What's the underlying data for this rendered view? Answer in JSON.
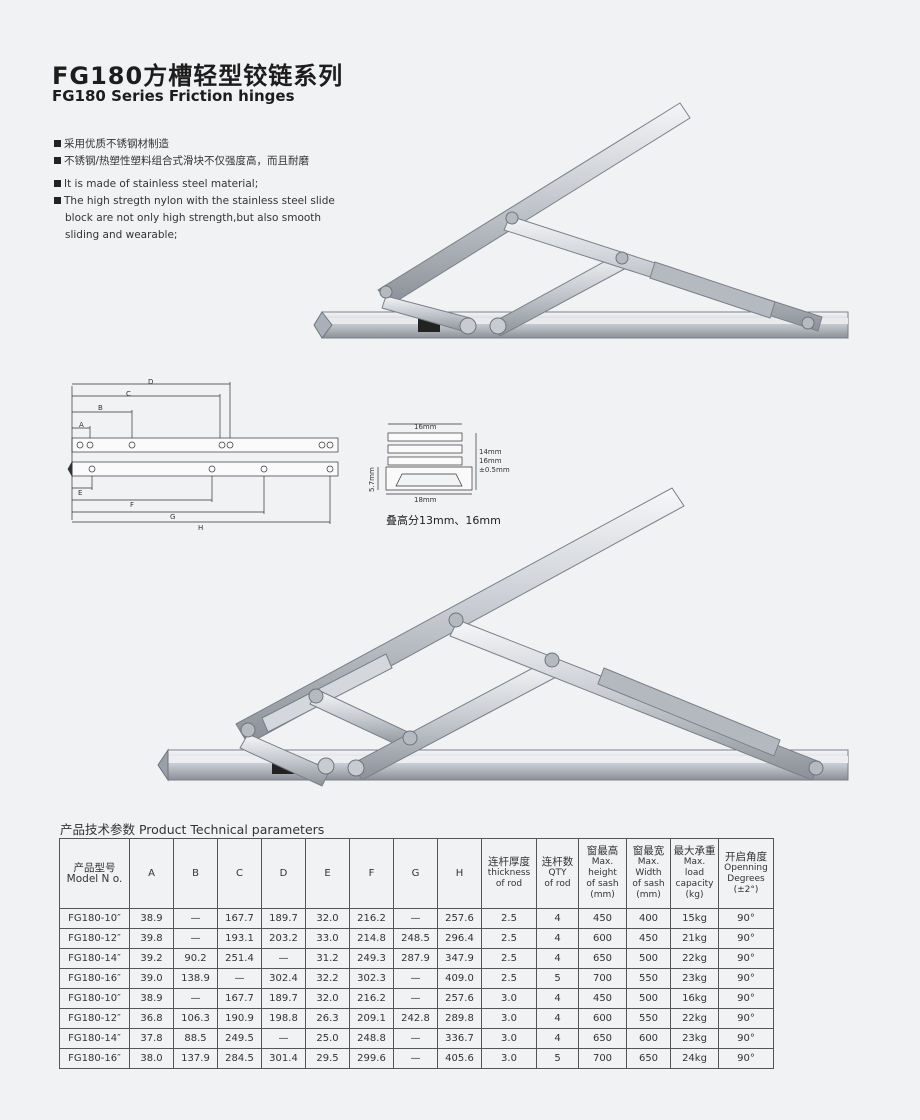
{
  "title_zh": "FG180方槽轻型铰链系列",
  "title_en": "FG180 Series  Friction hinges",
  "features": [
    "采用优质不锈钢材制造",
    "不锈钢/热塑性塑料组合式滑块不仅强度高，而且耐磨",
    "It is made of stainless steel material;"
  ],
  "feature_long": {
    "line1": "The high stregth nylon with the stainless steel slide",
    "line2": "block are not only high strength,but also smooth",
    "line3": "sliding and wearable;"
  },
  "dims": {
    "a": "A",
    "b": "B",
    "c": "C",
    "d": "D",
    "e": "E",
    "f": "F",
    "g": "G",
    "h": "H"
  },
  "stack": {
    "top": "16mm",
    "bottom": "18mm",
    "side": "5.7mm",
    "r1": "14mm",
    "r2": "16mm",
    "r3": "±0.5mm"
  },
  "stack_caption": "叠高分13mm、16mm",
  "table_title": "产品技术参数 Product Technical parameters",
  "table": {
    "headers": {
      "model_zh": "产品型号",
      "model_en": "Model N o.",
      "a": "A",
      "b": "B",
      "c": "C",
      "d": "D",
      "e": "E",
      "f": "F",
      "g": "G",
      "h": "H",
      "thick_zh": "连杆厚度",
      "thick_en1": "thickness",
      "thick_en2": "of rod",
      "qty_zh": "连杆数",
      "qty_en1": "QTY",
      "qty_en2": "of rod",
      "height_zh": "窗最高",
      "height_en1": "Max.",
      "height_en2": "height",
      "height_en3": "of sash",
      "height_en4": "(mm)",
      "width_zh": "窗最宽",
      "width_en1": "Max.",
      "width_en2": "Width",
      "width_en3": "of sash",
      "width_en4": "(mm)",
      "load_zh": "最大承重",
      "load_en1": "Max.",
      "load_en2": "load",
      "load_en3": "capacity",
      "load_en4": "(kg)",
      "deg_zh": "开启角度",
      "deg_en1": "Openning",
      "deg_en2": "Degrees",
      "deg_en3": "(±2°)"
    },
    "rows": [
      [
        "FG180-10″",
        "38.9",
        "—",
        "167.7",
        "189.7",
        "32.0",
        "216.2",
        "—",
        "257.6",
        "2.5",
        "4",
        "450",
        "400",
        "15kg",
        "90°"
      ],
      [
        "FG180-12″",
        "39.8",
        "—",
        "193.1",
        "203.2",
        "33.0",
        "214.8",
        "248.5",
        "296.4",
        "2.5",
        "4",
        "600",
        "450",
        "21kg",
        "90°"
      ],
      [
        "FG180-14″",
        "39.2",
        "90.2",
        "251.4",
        "—",
        "31.2",
        "249.3",
        "287.9",
        "347.9",
        "2.5",
        "4",
        "650",
        "500",
        "22kg",
        "90°"
      ],
      [
        "FG180-16″",
        "39.0",
        "138.9",
        "—",
        "302.4",
        "32.2",
        "302.3",
        "—",
        "409.0",
        "2.5",
        "5",
        "700",
        "550",
        "23kg",
        "90°"
      ],
      [
        "FG180-10″",
        "38.9",
        "—",
        "167.7",
        "189.7",
        "32.0",
        "216.2",
        "—",
        "257.6",
        "3.0",
        "4",
        "450",
        "500",
        "16kg",
        "90°"
      ],
      [
        "FG180-12″",
        "36.8",
        "106.3",
        "190.9",
        "198.8",
        "26.3",
        "209.1",
        "242.8",
        "289.8",
        "3.0",
        "4",
        "600",
        "550",
        "22kg",
        "90°"
      ],
      [
        "FG180-14″",
        "37.8",
        "88.5",
        "249.5",
        "—",
        "25.0",
        "248.8",
        "—",
        "336.7",
        "3.0",
        "4",
        "650",
        "600",
        "23kg",
        "90°"
      ],
      [
        "FG180-16″",
        "38.0",
        "137.9",
        "284.5",
        "301.4",
        "29.5",
        "299.6",
        "—",
        "405.6",
        "3.0",
        "5",
        "700",
        "650",
        "24kg",
        "90°"
      ]
    ]
  }
}
